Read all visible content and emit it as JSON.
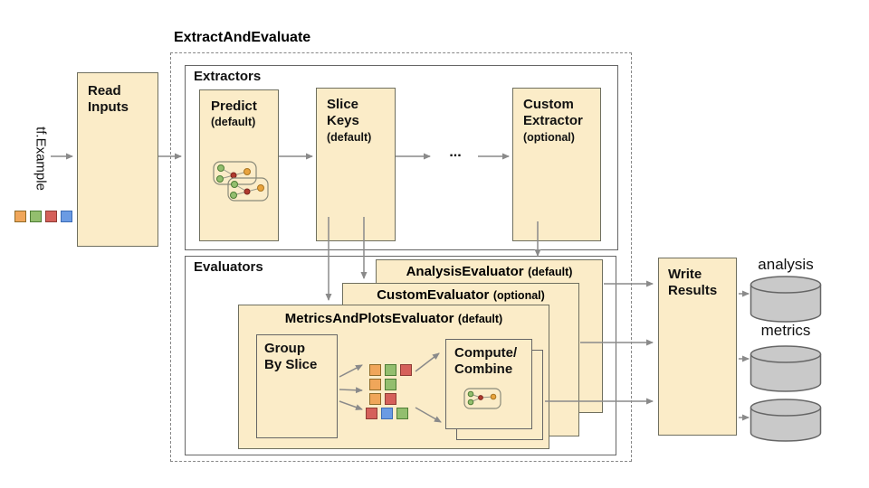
{
  "title": "ExtractAndEvaluate",
  "colors": {
    "box_fill": "#FBECC8",
    "box_border": "#6F6F5F",
    "container_border": "#666666",
    "arrow": "#8A8A8A",
    "cylinder_fill": "#C9C9C9",
    "cylinder_stroke": "#666666"
  },
  "palette": {
    "orange": {
      "fill": "#F0A65A",
      "stroke": "#8F6B29"
    },
    "green": {
      "fill": "#93BE6E",
      "stroke": "#4E7D35"
    },
    "red": {
      "fill": "#D5605A",
      "stroke": "#8E3B34"
    },
    "blue": {
      "fill": "#6B9BE3",
      "stroke": "#3C6CB5"
    }
  },
  "input": {
    "label": "tf.Example",
    "squares": [
      "orange",
      "green",
      "red",
      "blue"
    ]
  },
  "read_inputs": {
    "label": "Read\nInputs"
  },
  "extractors": {
    "label": "Extractors",
    "predict": {
      "name": "Predict",
      "qualifier": "(default)",
      "icon": "model-graph-icon"
    },
    "slice_keys": {
      "name": "Slice\nKeys",
      "qualifier": "(default)"
    },
    "ellipsis": "...",
    "custom_extractor": {
      "name": "Custom\nExtractor",
      "qualifier": "(optional)"
    }
  },
  "evaluators": {
    "label": "Evaluators",
    "analysis_evaluator": {
      "name": "AnalysisEvaluator",
      "qualifier": "(default)"
    },
    "custom_evaluator": {
      "name": "CustomEvaluator",
      "qualifier": "(optional)"
    },
    "metrics_and_plots_evaluator": {
      "name": "MetricsAndPlotsEvaluator",
      "qualifier": "(default)"
    },
    "group_by_slice": {
      "label": "Group\nBy Slice"
    },
    "slice_rows": [
      [
        "orange",
        "green",
        "red"
      ],
      [
        "orange",
        "green"
      ],
      [
        "orange",
        "red"
      ],
      [
        "red",
        "blue",
        "green"
      ]
    ],
    "compute_combine": {
      "label": "Compute/\nCombine",
      "icon": "model-graph-icon"
    }
  },
  "write_results": {
    "label": "Write\nResults"
  },
  "outputs": {
    "items": [
      "analysis",
      "metrics",
      "..."
    ]
  }
}
